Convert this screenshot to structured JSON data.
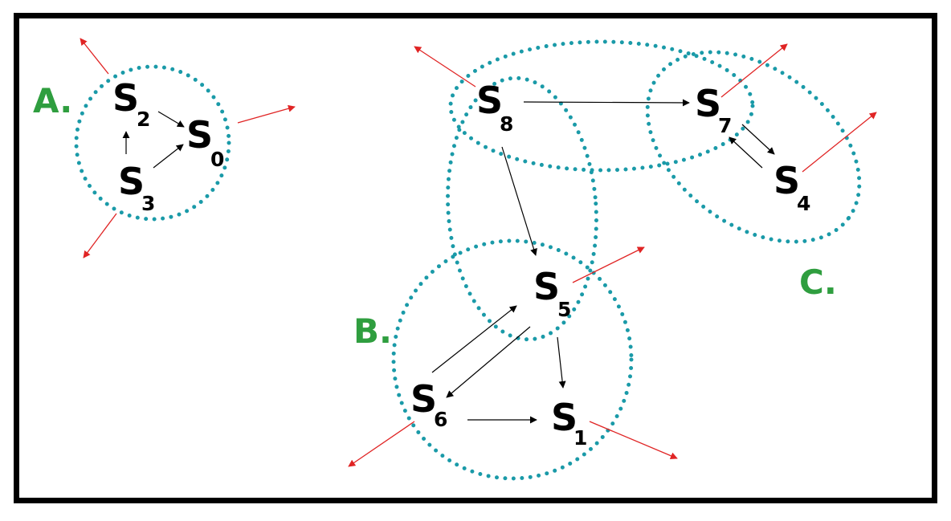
{
  "diagram": {
    "clusters": [
      {
        "id": "A",
        "label": "A."
      },
      {
        "id": "B",
        "label": "B."
      },
      {
        "id": "C",
        "label": "C."
      }
    ],
    "states": [
      {
        "id": "s0",
        "letter": "S",
        "index": "0"
      },
      {
        "id": "s1",
        "letter": "S",
        "index": "1"
      },
      {
        "id": "s2",
        "letter": "S",
        "index": "2"
      },
      {
        "id": "s3",
        "letter": "S",
        "index": "3"
      },
      {
        "id": "s4",
        "letter": "S",
        "index": "4"
      },
      {
        "id": "s5",
        "letter": "S",
        "index": "5"
      },
      {
        "id": "s6",
        "letter": "S",
        "index": "6"
      },
      {
        "id": "s7",
        "letter": "S",
        "index": "7"
      },
      {
        "id": "s8",
        "letter": "S",
        "index": "8"
      }
    ],
    "transitions": [
      {
        "from": "s2",
        "to": "s0"
      },
      {
        "from": "s3",
        "to": "s2"
      },
      {
        "from": "s3",
        "to": "s0"
      },
      {
        "from": "s8",
        "to": "s7"
      },
      {
        "from": "s8",
        "to": "s5"
      },
      {
        "from": "s7",
        "to": "s4"
      },
      {
        "from": "s4",
        "to": "s7"
      },
      {
        "from": "s6",
        "to": "s5"
      },
      {
        "from": "s5",
        "to": "s6"
      },
      {
        "from": "s5",
        "to": "s1"
      },
      {
        "from": "s6",
        "to": "s1"
      }
    ],
    "exits": [
      "s2",
      "s0",
      "s3",
      "s8",
      "s7",
      "s4",
      "s5",
      "s6",
      "s1"
    ],
    "colors": {
      "cluster_ring": "#1a9aa8",
      "cluster_label": "#2f9e3f",
      "exit_arrow": "#e02424",
      "transition_arrow": "#000000",
      "frame": "#000000"
    }
  }
}
